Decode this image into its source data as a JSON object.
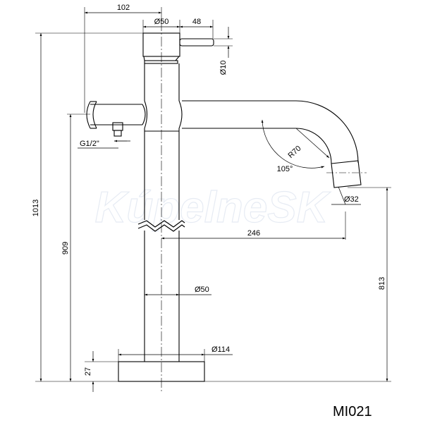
{
  "model_number": "MI021",
  "watermark": "KúpelneSK",
  "dimensions": {
    "handle_reach": "102",
    "body_diameter_top": "Ø50",
    "lever_length": "48",
    "lever_diameter": "Ø10",
    "spout_radius": "R70",
    "spout_angle": "105°",
    "outlet_diameter": "Ø32",
    "spout_reach": "246",
    "pipe_diameter": "Ø50",
    "base_diameter": "Ø114",
    "total_height": "1013",
    "inlet_height": "909",
    "outlet_height": "813",
    "base_height": "27",
    "inlet_thread": "G1/2\""
  },
  "colors": {
    "line": "#000000",
    "watermark": "#c9d3e6"
  }
}
